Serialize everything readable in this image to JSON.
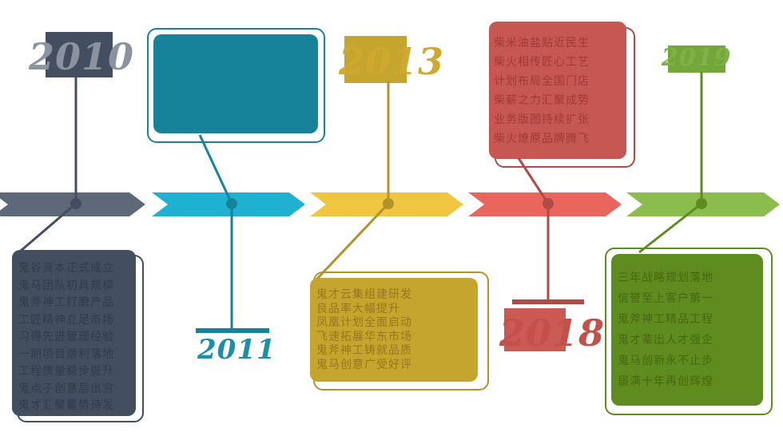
{
  "page": {
    "type": "timeline-infographic",
    "background": "#ffffff"
  },
  "milestones": [
    {
      "year": "2010",
      "segment_color": "#5d6879",
      "accent": "#434e60",
      "box_color": "#434e60",
      "year_color": "#8b93a1",
      "lines": [
        "鬼谷资本正式成立",
        "鬼马团队初具规模",
        "鬼斧神工打磨产品",
        "工匠精神立足市场",
        "习得先进管理经验",
        "一期项目顺利落地",
        "工程质量稳步提升",
        "鬼点子创意层出穷",
        "鬼才汇聚蓄势待发"
      ]
    },
    {
      "year": "2011",
      "segment_color": "#1fb1d2",
      "accent": "#17839b",
      "box_color": "#17839b",
      "year_color": "#1b8fa8",
      "lines": []
    },
    {
      "year": "2013",
      "segment_color": "#f0c640",
      "accent": "#b4922a",
      "box_color": "#c6a52e",
      "year_color": "#cfa92f",
      "lines": [
        "鬼才云集组建研发",
        "良品率大幅提升",
        "凤凰计划全面启动",
        "飞速拓展华东市场",
        "鬼斧神工铸就品质",
        "鬼马创意广受好评"
      ]
    },
    {
      "year": "2018",
      "segment_color": "#ea655c",
      "accent": "#b04a44",
      "box_color": "#c75752",
      "year_color": "#c4504a",
      "lines": [
        "柴米油盐贴近民生",
        "柴火相传匠心工艺",
        "计划布局全国门店",
        "柴薪之力汇聚成势",
        "业务版图持续扩张",
        "柴火燎原品牌腾飞"
      ]
    },
    {
      "year": "2019",
      "segment_color": "#8abd4c",
      "accent": "#5f8c1f",
      "box_color": "#5f8c1f",
      "year_color": "#7fb148",
      "lines": [
        "三年战略规划落地",
        "信誉至上客户第一",
        "鬼斧神工精品工程",
        "鬼才辈出人才强企",
        "鬼马创新永不止步",
        "届满十年再创辉煌"
      ]
    }
  ]
}
